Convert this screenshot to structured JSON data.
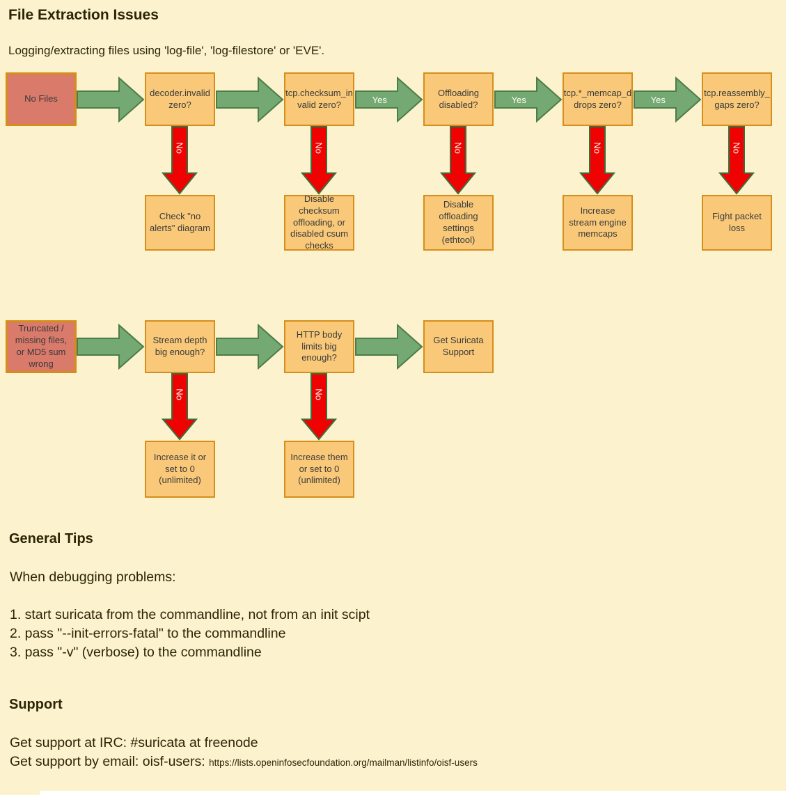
{
  "page": {
    "title": "File Extraction Issues",
    "subtitle": "Logging/extracting files using 'log-file', 'log-filestore' or 'EVE'."
  },
  "labels": {
    "yes": "Yes",
    "no": "No"
  },
  "colors": {
    "background": "#FCF2CE",
    "box_fill": "#F9C979",
    "box_border": "#D68E1A",
    "start_box_fill": "#D97A6B",
    "green_arrow": "#74A973",
    "green_arrow_border": "#4C7C49",
    "red_arrow": "#EE0202",
    "red_arrow_border": "#3C6E3C"
  },
  "row1": {
    "start": "No Files",
    "q": [
      "decoder.invalid zero?",
      "tcp.checksum_in valid zero?",
      "Offloading disabled?",
      "tcp.*_memcap_d drops zero?",
      "tcp.reassembly_ gaps zero?"
    ],
    "actions": [
      "Check \"no alerts\" diagram",
      "Disable checksum offloading, or disabled csum checks",
      "Disable offloading settings (ethtool)",
      "Increase stream engine memcaps",
      "Fight packet loss"
    ]
  },
  "row2": {
    "start": "Truncated / missing files, or MD5 sum wrong",
    "q": [
      "Stream depth big enough?",
      "HTTP body limits big enough?",
      "Get Suricata Support"
    ],
    "actions": [
      "Increase it or set to 0 (unlimited)",
      "Increase them or set to 0 (unlimited)"
    ]
  },
  "tips": {
    "heading": "General Tips",
    "intro": "When debugging problems:",
    "items": [
      "1. start suricata from the commandline, not from an init scipt",
      "2. pass \"--init-errors-fatal\" to the commandline",
      "3. pass \"-v\" (verbose) to the commandline"
    ]
  },
  "support": {
    "heading": "Support",
    "irc": "Get support at IRC: #suricata at freenode",
    "email_prefix": "Get support by email: oisf-users:",
    "email_url": "https://lists.openinfosecfoundation.org/mailman/listinfo/oisf-users"
  }
}
